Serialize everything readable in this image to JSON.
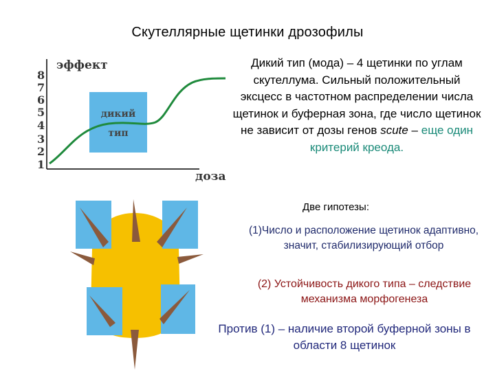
{
  "title": "Скутеллярные щетинки дрозофилы",
  "graph": {
    "ylabel": "эффект",
    "xlabel": "доза",
    "yticks": [
      "1",
      "2",
      "3",
      "4",
      "5",
      "6",
      "7",
      "8"
    ],
    "box_line1": "дикий",
    "box_line2": "тип",
    "colors": {
      "curve": "#1f8a3c",
      "box": "#5fb7e6"
    }
  },
  "description": {
    "part1": "Дикий тип (мода) – 4 щетинки по углам скутеллума. Сильный положительный эксцесс в частотном распределении числа щетинок и буферная зона, где число щетинок не зависит от дозы генов ",
    "gene": "scute",
    "part2": " – ",
    "accent": "еще один критерий креода."
  },
  "hypotheses": {
    "title": "Две гипотезы:",
    "h1": "(1)Число и расположение щетинок адаптивно, значит, стабилизирующий отбор",
    "h2": "(2) Устойчивость дикого типа – следствие механизма морфогенеза"
  },
  "against": "Против (1) – наличие второй буферной зоны в области 8 щетинок",
  "colors": {
    "scutellum": "#f6c000",
    "bristle": "#8b5a3c",
    "socket_box": "#5fb7e6"
  }
}
